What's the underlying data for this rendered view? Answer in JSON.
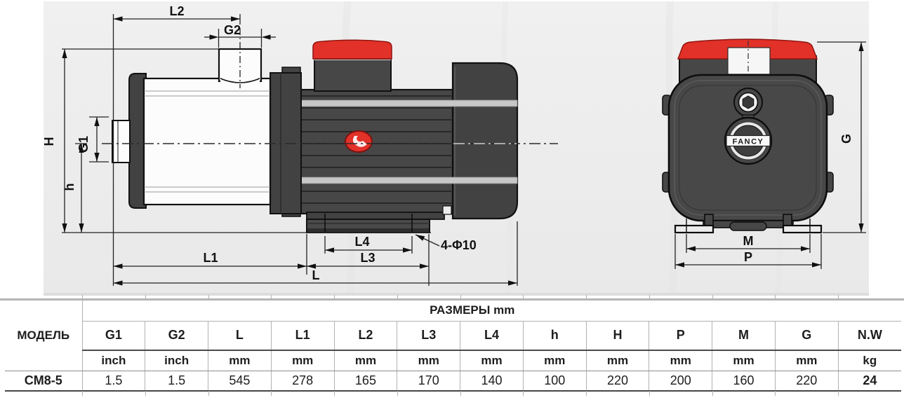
{
  "diagram": {
    "side_labels": {
      "l2": "L2",
      "g2": "G2",
      "g1": "G1",
      "H": "H",
      "h": "h",
      "l1": "L1",
      "l3": "L3",
      "l4": "L4",
      "l": "L",
      "bolt": "4-Φ10"
    },
    "front_labels": {
      "g": "G",
      "m": "M",
      "p": "P",
      "logo": "FANCY"
    },
    "colors": {
      "accent_red": "#e23128",
      "body_dark": "#474747",
      "panel_bg": "#ededed"
    }
  },
  "table": {
    "model_header": "МОДЕЛЬ",
    "size_header": "РАЗМЕРЫ mm",
    "model": "CM8-5",
    "columns": [
      {
        "label": "G1",
        "unit": "inch",
        "value": "1.5"
      },
      {
        "label": "G2",
        "unit": "inch",
        "value": "1.5"
      },
      {
        "label": "L",
        "unit": "mm",
        "value": "545"
      },
      {
        "label": "L1",
        "unit": "mm",
        "value": "278"
      },
      {
        "label": "L2",
        "unit": "mm",
        "value": "165"
      },
      {
        "label": "L3",
        "unit": "mm",
        "value": "170"
      },
      {
        "label": "L4",
        "unit": "mm",
        "value": "140"
      },
      {
        "label": "h",
        "unit": "mm",
        "value": "100"
      },
      {
        "label": "H",
        "unit": "mm",
        "value": "220"
      },
      {
        "label": "P",
        "unit": "mm",
        "value": "200"
      },
      {
        "label": "M",
        "unit": "mm",
        "value": "160"
      },
      {
        "label": "G",
        "unit": "mm",
        "value": "220"
      },
      {
        "label": "N.W",
        "unit": "kg",
        "value": "24"
      }
    ]
  }
}
